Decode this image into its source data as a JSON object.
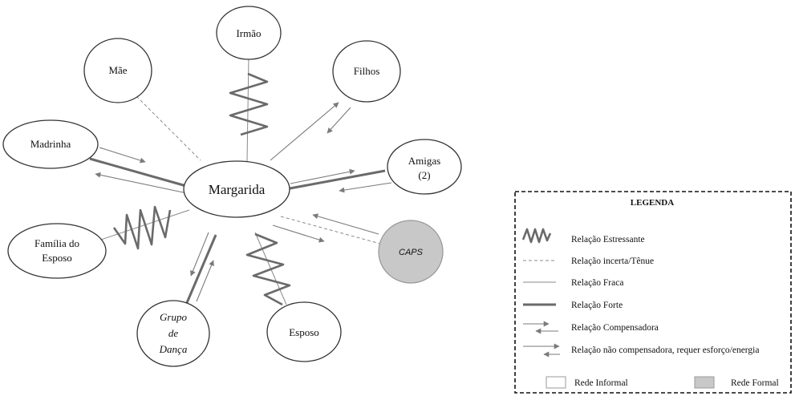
{
  "diagram": {
    "center": "Margarida",
    "nodes": {
      "irmao": "Irmão",
      "mae": "Mãe",
      "filhos": "Filhos",
      "madrinha": "Madrinha",
      "amigas_line1": "Amigas",
      "amigas_line2": "(2)",
      "familia_line1": "Família do",
      "familia_line2": "Esposo",
      "caps": "CAPS",
      "grupo_line1": "Grupo",
      "grupo_line2": "de",
      "grupo_line3": "Dança",
      "esposo": "Esposo"
    }
  },
  "legend": {
    "title": "LEGENDA",
    "items": {
      "stress": "Relação Estressante",
      "tenuous": "Relação incerta/Tênue",
      "weak": "Relação Fraca",
      "strong": "Relação Forte",
      "compensatory": "Relação Compensadora",
      "non_compensatory": "Relação não compensadora, requer esforço/energia"
    },
    "informal": "Rede Informal",
    "formal": "Rede Formal"
  },
  "colors": {
    "formal_fill": "#c8c8c8",
    "line": "#6a6a6a"
  }
}
